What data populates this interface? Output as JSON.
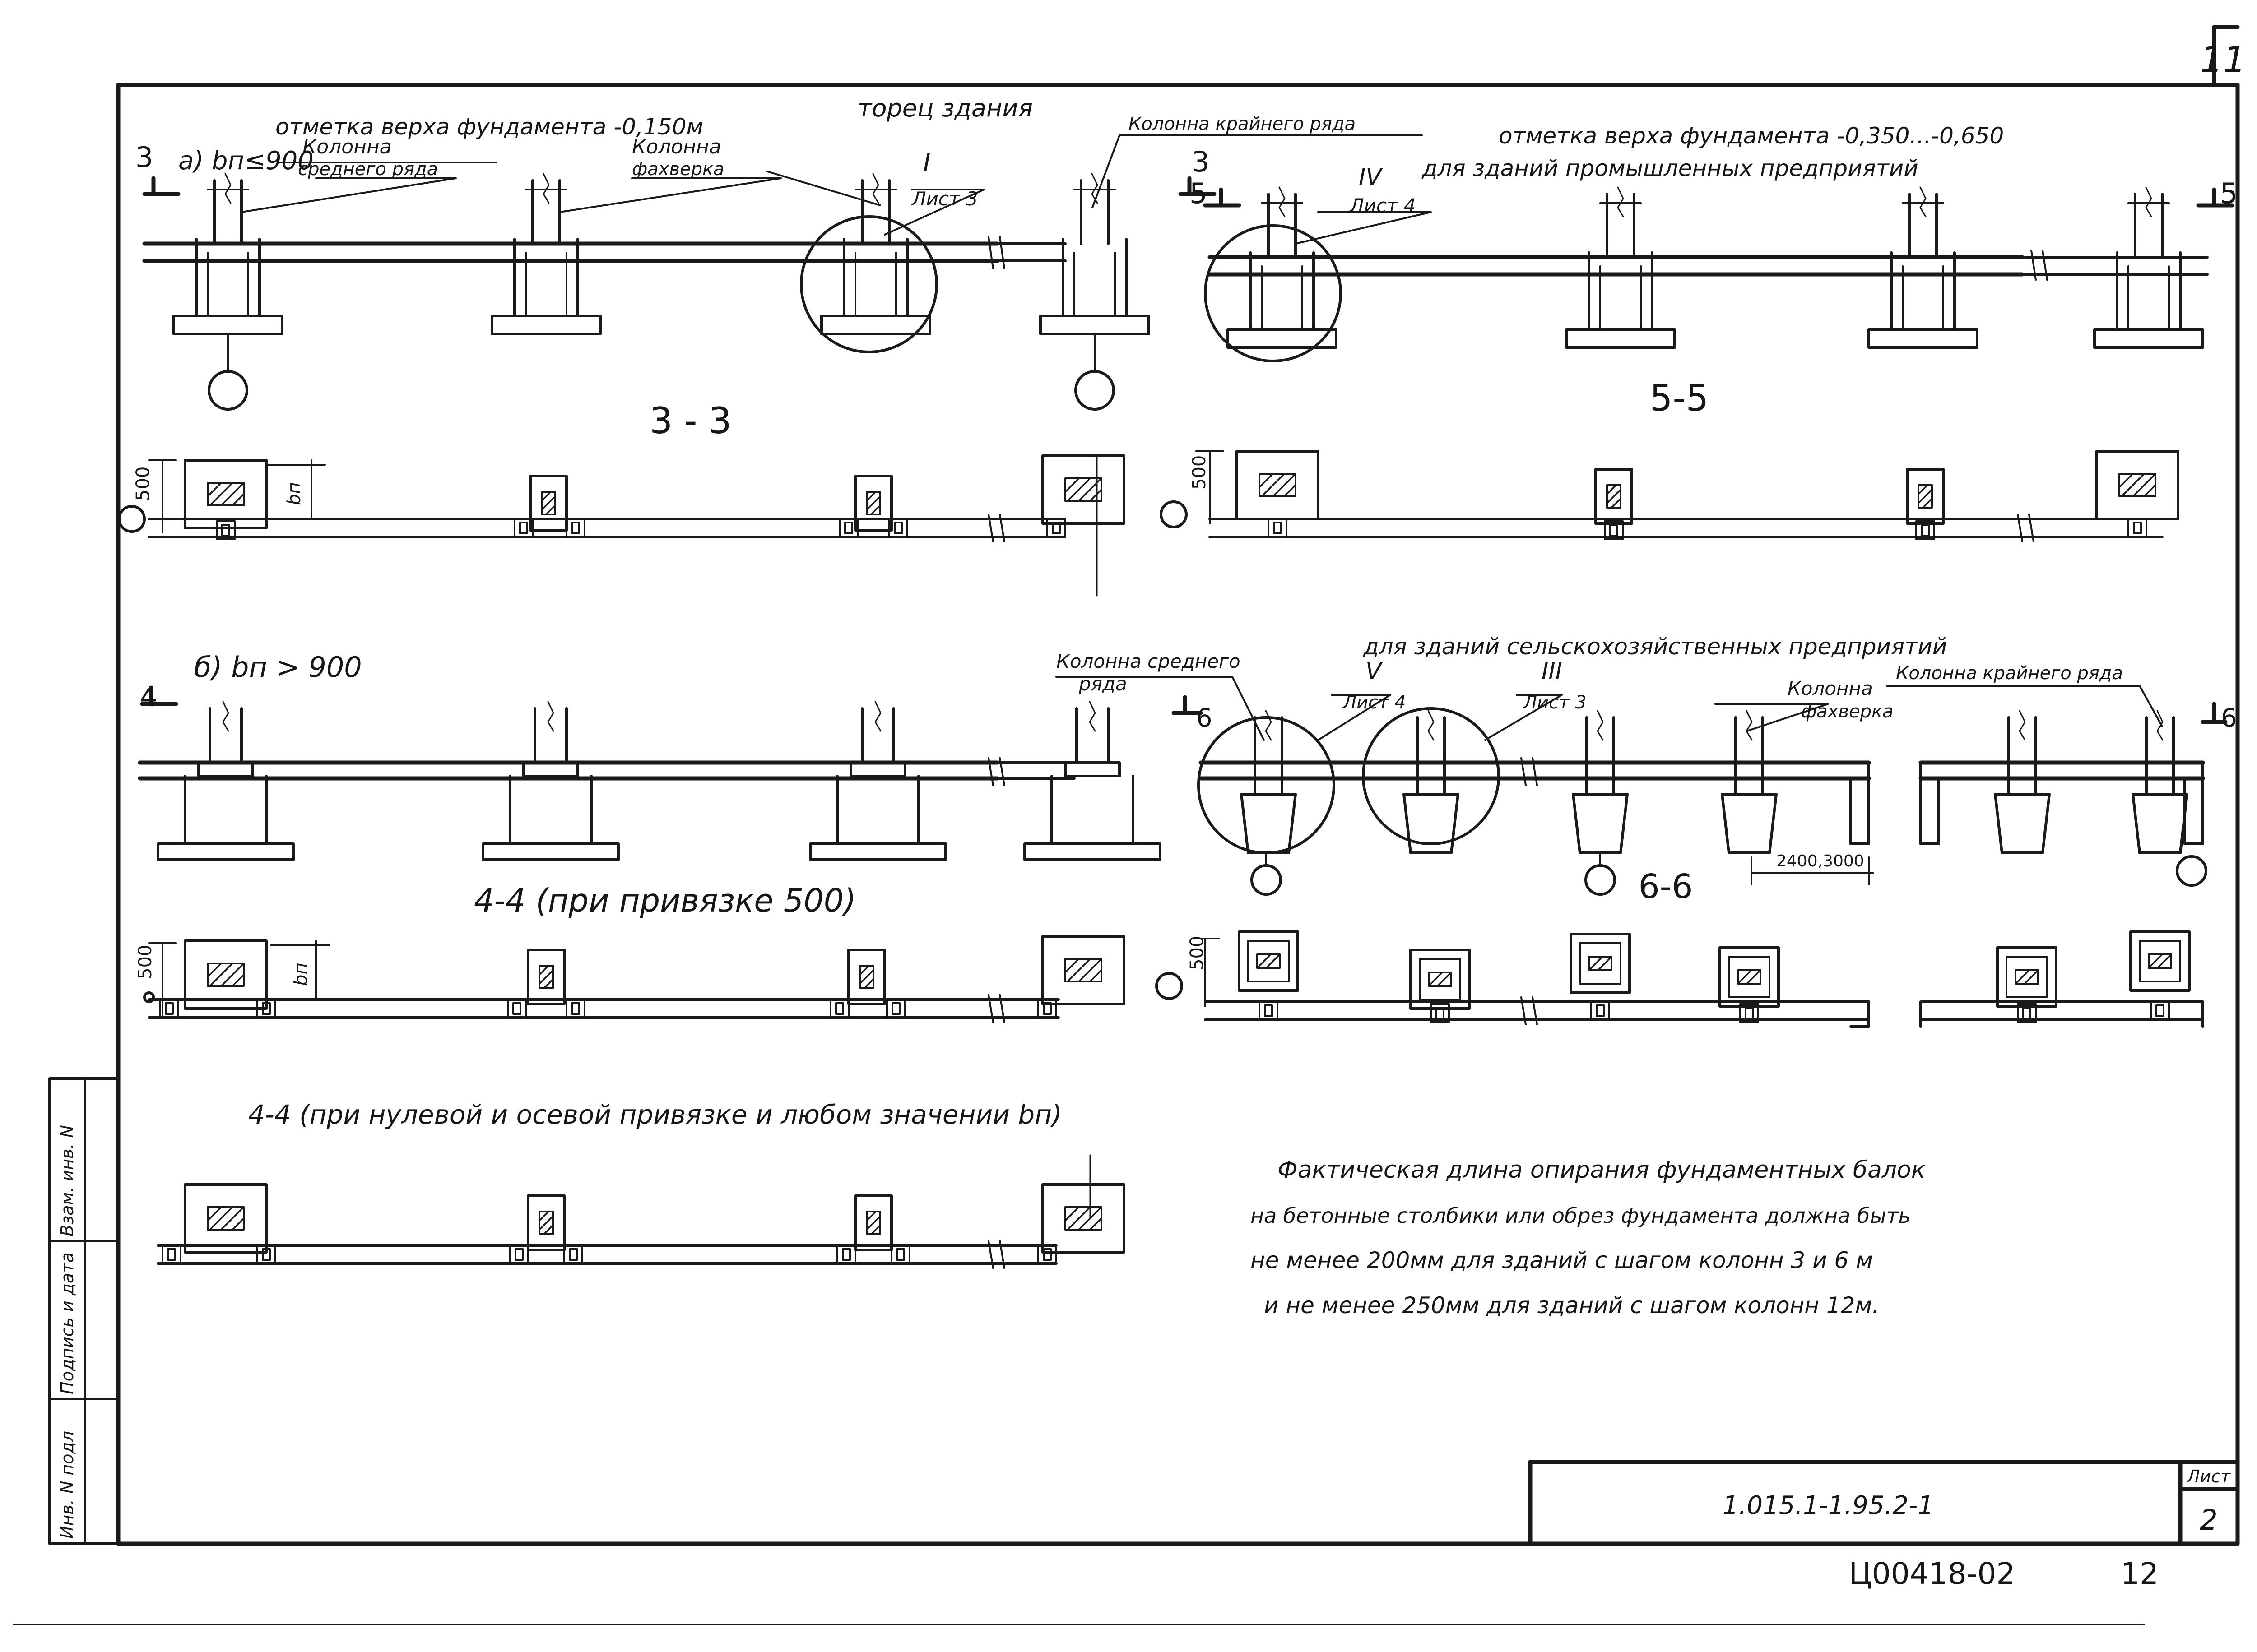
{
  "sheet_corner_number": "11",
  "stamp": {
    "designation": "1.015.1-1.95.2-1",
    "sheet_label": "Лист",
    "sheet_number": "2",
    "archive_number": "Ц00418-02",
    "archive_page": "12"
  },
  "margin_labels": {
    "inv_podl": "Инв. N подл",
    "signature_date": "Подпись и дата",
    "vzam_inv": "Взам. инв. N"
  },
  "top_left": {
    "top_mark": "отметка верха фундамента -0,150м",
    "end_wall": "торец здания",
    "case_a": "а) bп≤900",
    "column_middle": "Колонна",
    "column_middle_2": "среднего ряда",
    "column_frame": "Колонна",
    "column_frame_2": "фахверка",
    "column_edge": "Колонна крайнего ряда",
    "detail_numeral": "I",
    "detail_sheet": "Лист 3",
    "section_num": "3",
    "section_title": "3 - 3",
    "dim_500": "500",
    "dim_bn": "bп"
  },
  "top_right": {
    "top_mark": "отметка верха фундамента -0,350...-0,650",
    "industrial": "для зданий промышленных предприятий",
    "detail_numeral": "IV",
    "detail_sheet": "Лист 4",
    "section_num": "5",
    "section_title": "5-5",
    "dim_500": "500"
  },
  "middle_left": {
    "case_b": "б) bп > 900",
    "section_num": "4",
    "section_title": "4-4 (при привязке 500)",
    "dim_500": "500",
    "dim_bn": "bп"
  },
  "middle_right": {
    "agricultural": "для зданий сельскохозяйственных предприятий",
    "column_middle": "Колонна среднего",
    "column_middle_2": "ряда",
    "detail_v": "V",
    "detail_v_sheet": "Лист 4",
    "detail_iii": "III",
    "detail_iii_sheet": "Лист 3",
    "column_frame": "Колонна",
    "column_frame_2": "фахверка",
    "column_edge": "Колонна крайнего ряда",
    "section_num": "6",
    "section_title": "6-6",
    "dim_span": "2400,3000",
    "dim_500": "500"
  },
  "bottom_left": {
    "section_title": "4-4 (при нулевой и осевой привязке и любом значении bп)"
  },
  "note": {
    "line1": "Фактическая длина опирания фундаментных балок",
    "line2": "на бетонные столбики или обрез фундамента должна быть",
    "line3": "не менее 200мм для зданий с шагом колонн 3 и 6 м",
    "line4": "и не менее 250мм для зданий с шагом колонн 12м."
  }
}
